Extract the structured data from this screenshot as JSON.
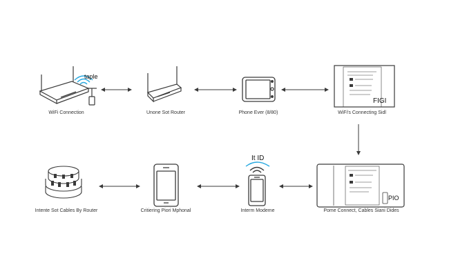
{
  "diagram": {
    "labels": {
      "wifi_connection": "WiFi Connection",
      "unone_sot_router": "Unone Sot Router",
      "phone_ever": "Phone Ever (8/80)",
      "wifis_connecting": "WiFi's Connecting Sidl",
      "intente_sot_cables": "Intente Sot Cables By Router",
      "critiering_piori": "Critiering Piori Mphonal",
      "interm_modeme": "Interm Modeme",
      "pome_connect": "Pome Connect, Cables Siani Dides"
    },
    "annotations": {
      "taple": "taple",
      "fi_badge": "FIGI",
      "it_id": "It ID",
      "pio_badge": "PIO"
    },
    "colors": {
      "stroke": "#3a3a3a",
      "accent": "#29a9e0",
      "text": "#333333"
    }
  }
}
